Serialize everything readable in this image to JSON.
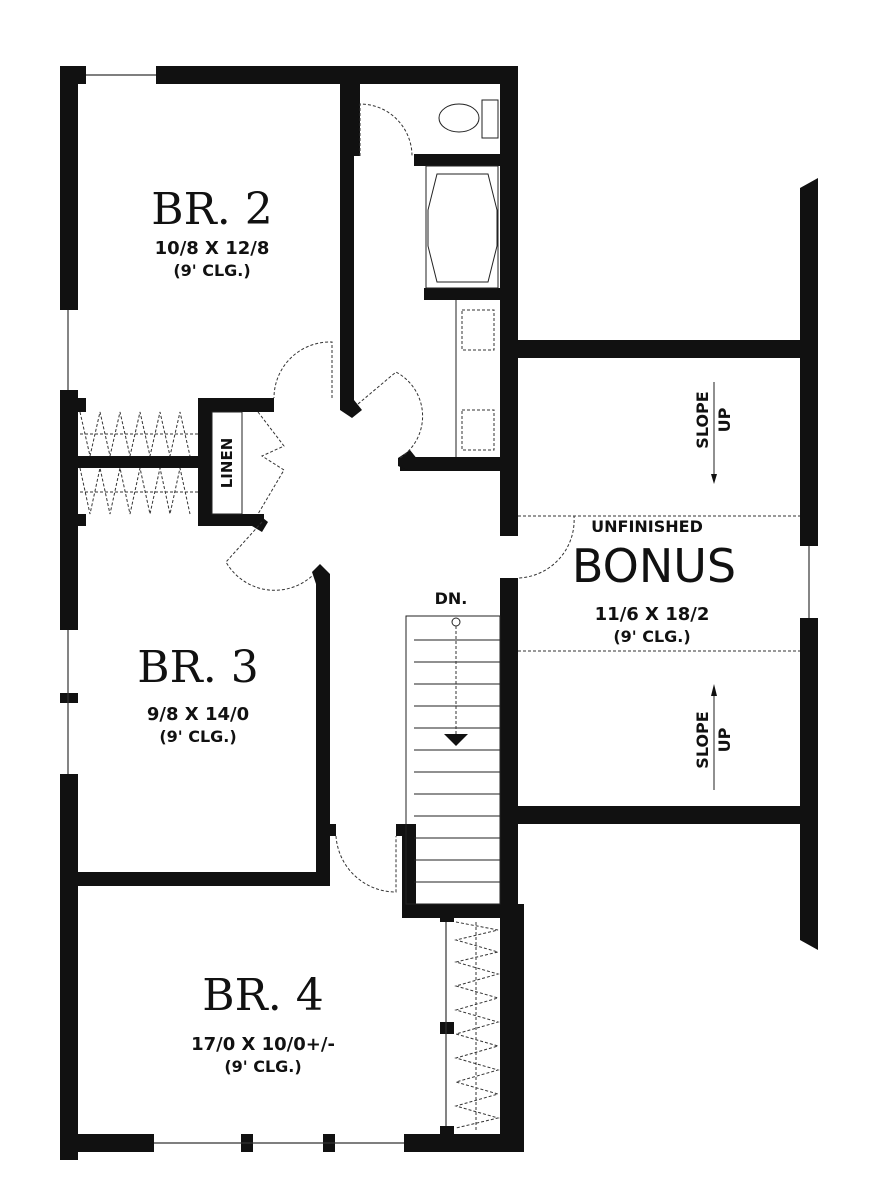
{
  "plan": {
    "rooms": [
      {
        "name": "BR. 2",
        "size": "10/8 X 12/8",
        "ceiling": "(9' CLG.)"
      },
      {
        "name": "BR. 3",
        "size": "9/8 X 14/0",
        "ceiling": "(9' CLG.)"
      },
      {
        "name": "BR. 4",
        "size": "17/0 X 10/0+/-",
        "ceiling": "(9' CLG.)"
      }
    ],
    "bonus": {
      "prefix": "UNFINISHED",
      "name": "BONUS",
      "size": "11/6 X 18/2",
      "ceiling": "(9' CLG.)"
    },
    "linen": "LINEN",
    "stair_label": "DN.",
    "slope_labels": [
      {
        "line1": "SLOPE",
        "line2": "UP",
        "arrow": "down"
      },
      {
        "line1": "SLOPE",
        "line2": "UP",
        "arrow": "up"
      }
    ],
    "colors": {
      "wall": "#111111",
      "background": "#ffffff"
    }
  }
}
